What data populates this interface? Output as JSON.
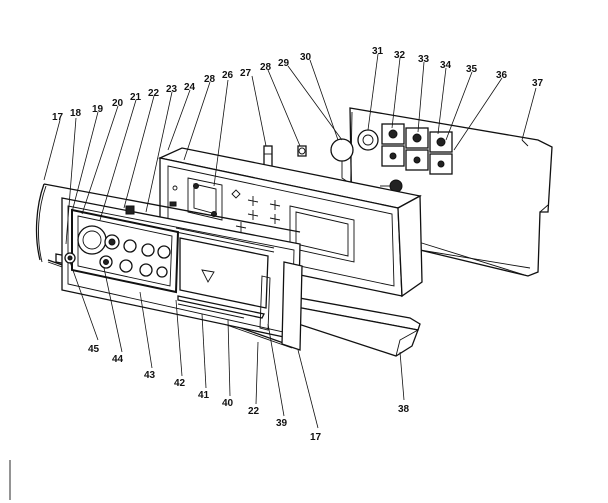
{
  "callouts": [
    {
      "id": "l17a",
      "text": "17"
    },
    {
      "id": "l18",
      "text": "18"
    },
    {
      "id": "l19",
      "text": "19"
    },
    {
      "id": "l20",
      "text": "20"
    },
    {
      "id": "l21",
      "text": "21"
    },
    {
      "id": "l22a",
      "text": "22"
    },
    {
      "id": "l23",
      "text": "23"
    },
    {
      "id": "l24",
      "text": "24"
    },
    {
      "id": "l28a",
      "text": "28"
    },
    {
      "id": "l26",
      "text": "26"
    },
    {
      "id": "l27",
      "text": "27"
    },
    {
      "id": "l28b",
      "text": "28"
    },
    {
      "id": "l29",
      "text": "29"
    },
    {
      "id": "l30",
      "text": "30"
    },
    {
      "id": "l31",
      "text": "31"
    },
    {
      "id": "l32",
      "text": "32"
    },
    {
      "id": "l33",
      "text": "33"
    },
    {
      "id": "l34",
      "text": "34"
    },
    {
      "id": "l35",
      "text": "35"
    },
    {
      "id": "l36",
      "text": "36"
    },
    {
      "id": "l37",
      "text": "37"
    },
    {
      "id": "l45",
      "text": "45"
    },
    {
      "id": "l44",
      "text": "44"
    },
    {
      "id": "l43",
      "text": "43"
    },
    {
      "id": "l42",
      "text": "42"
    },
    {
      "id": "l41",
      "text": "41"
    },
    {
      "id": "l40",
      "text": "40"
    },
    {
      "id": "l22b",
      "text": "22"
    },
    {
      "id": "l39",
      "text": "39"
    },
    {
      "id": "l17b",
      "text": "17"
    },
    {
      "id": "l38",
      "text": "38"
    }
  ]
}
